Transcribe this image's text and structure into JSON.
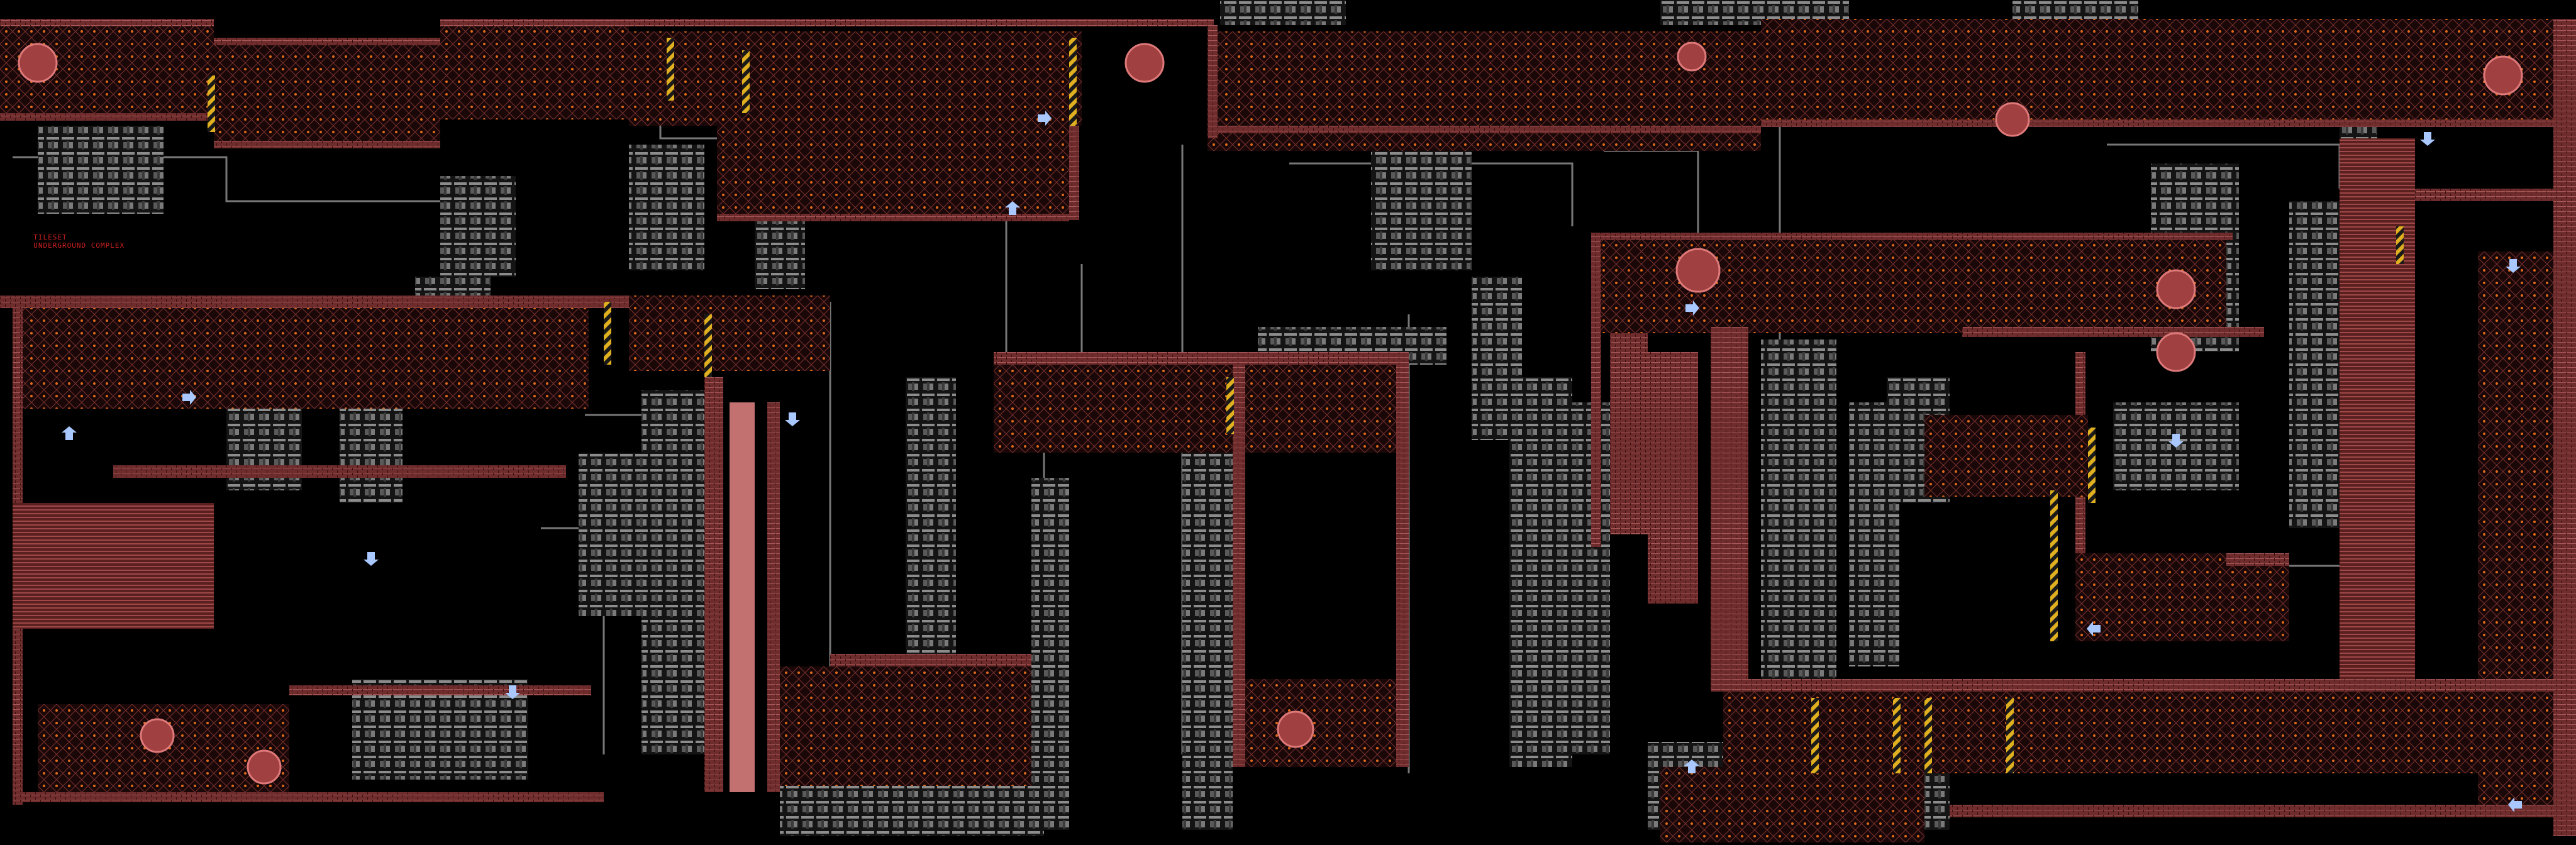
{
  "map": {
    "title_left": "TILESET",
    "title_right": "UNDERGROUND COMPLEX",
    "colors": {
      "background": "#000000",
      "brick": "#8a3a3a",
      "brick_light": "#c27070",
      "brick_dark": "#4a1818",
      "machinery": "#9a9a9a",
      "machinery_dark": "#505050",
      "pipe": "#7a7a7a",
      "hazard_yellow": "#e0b020",
      "glow_orange": "#e06a1a",
      "arrow": "#a8c8ff"
    },
    "arrow_markers": [
      {
        "dir": "right"
      },
      {
        "dir": "up"
      },
      {
        "dir": "right"
      },
      {
        "dir": "up"
      },
      {
        "dir": "down"
      },
      {
        "dir": "down"
      },
      {
        "dir": "down"
      },
      {
        "dir": "right"
      },
      {
        "dir": "down"
      },
      {
        "dir": "down"
      },
      {
        "dir": "left"
      },
      {
        "dir": "up"
      },
      {
        "dir": "down"
      },
      {
        "dir": "left"
      }
    ]
  }
}
